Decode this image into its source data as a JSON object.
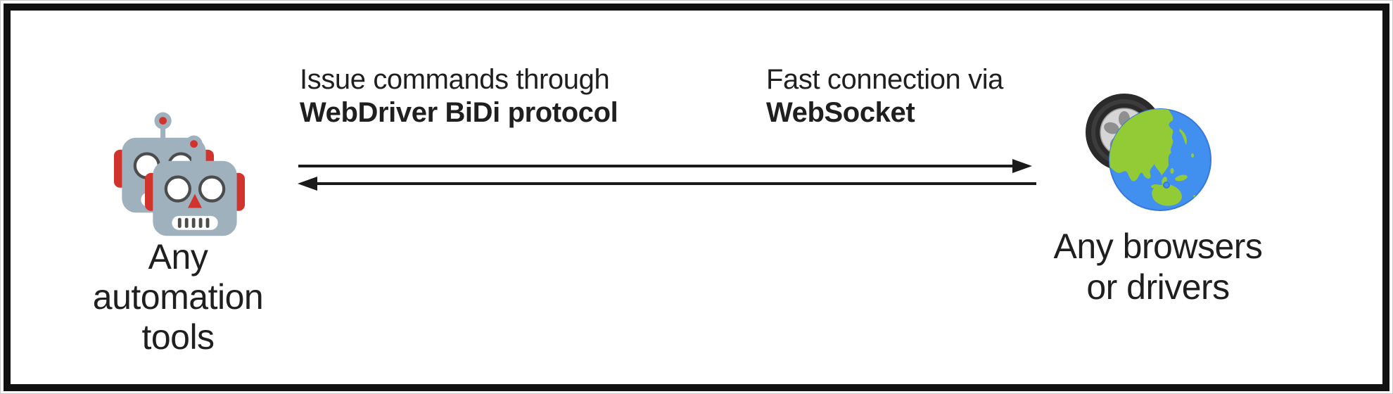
{
  "colors": {
    "frame": "#111111",
    "text": "#1f1f1f",
    "arrow": "#1a1a1a",
    "robot_body": "#9fb1bd",
    "robot_red": "#d0342c",
    "robot_face_line": "#4c4c4c",
    "tire": "#2a2a2a",
    "rim": "#d6d6d6",
    "rim_gap": "#8f8f8f",
    "ocean": "#4190f0",
    "land": "#93cb36"
  },
  "left_node": {
    "icon": "robots-icon",
    "caption_lines": [
      "Any",
      "automation",
      "tools"
    ]
  },
  "right_node": {
    "icon": "wheel-globe-icon",
    "caption_lines": [
      "Any browsers",
      "or drivers"
    ]
  },
  "connection": {
    "command_label_normal": "Issue commands through",
    "command_label_bold": "WebDriver BiDi protocol",
    "transport_label_normal": "Fast connection via",
    "transport_label_bold": "WebSocket"
  }
}
